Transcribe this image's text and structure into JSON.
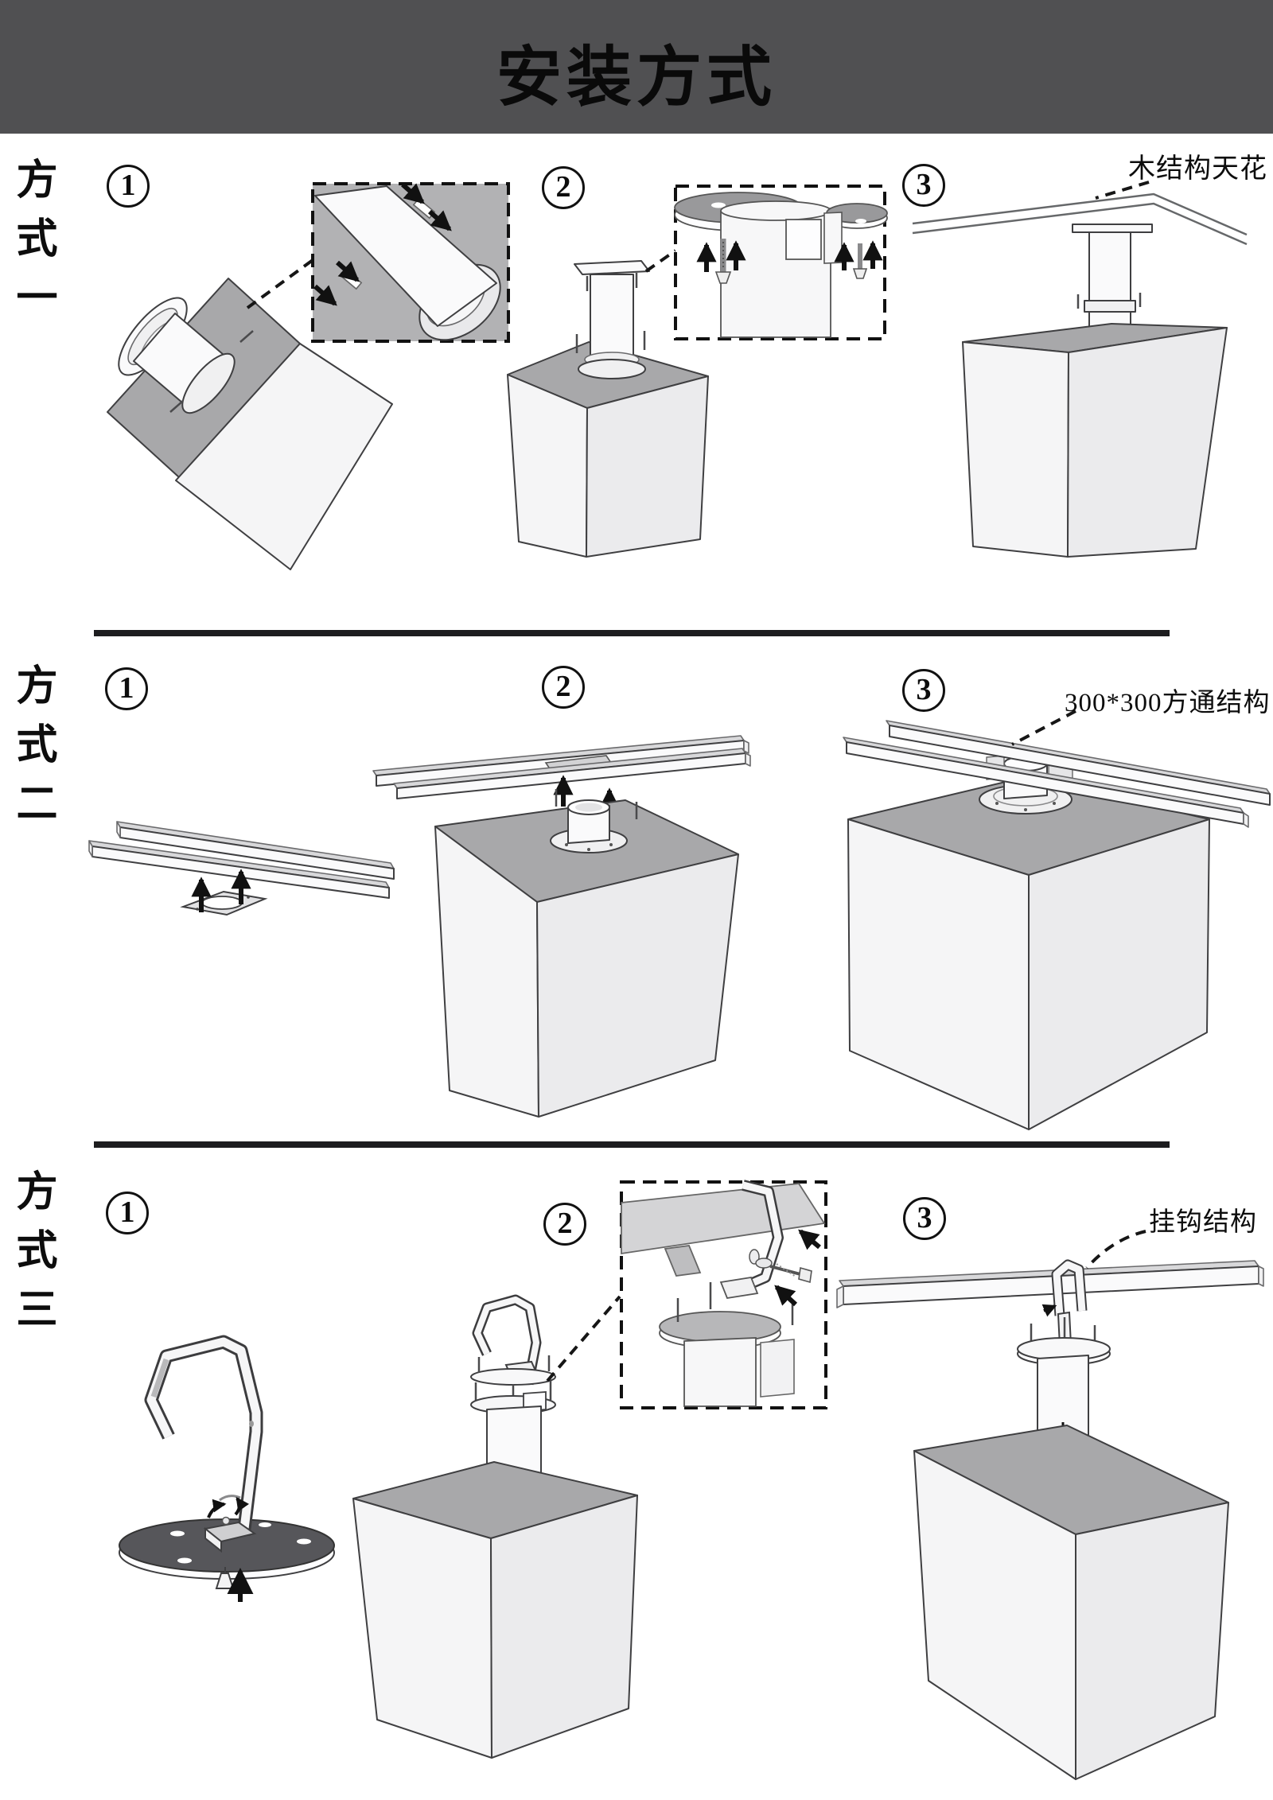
{
  "header": {
    "title": "安装方式"
  },
  "colors": {
    "header_bg": "#505052",
    "separator": "#1d1d1f",
    "line": "#3f3f41",
    "cube_top": "#a8a8aa",
    "cube_front": "#f5f5f6",
    "cube_side": "#ebebed",
    "inset_gray_bg": "#b2b2b4",
    "disc_dark": "#56565a",
    "arrow": "#111111"
  },
  "methods": [
    {
      "id": "method-1",
      "label": "方式一",
      "annotation": "木结构天花",
      "steps": [
        {
          "number": "1"
        },
        {
          "number": "2"
        },
        {
          "number": "3"
        }
      ]
    },
    {
      "id": "method-2",
      "label": "方式二",
      "annotation": "300*300方通结构",
      "steps": [
        {
          "number": "1"
        },
        {
          "number": "2"
        },
        {
          "number": "3"
        }
      ]
    },
    {
      "id": "method-3",
      "label": "方式三",
      "annotation": "挂钩结构",
      "steps": [
        {
          "number": "1"
        },
        {
          "number": "2"
        },
        {
          "number": "3"
        }
      ]
    }
  ]
}
